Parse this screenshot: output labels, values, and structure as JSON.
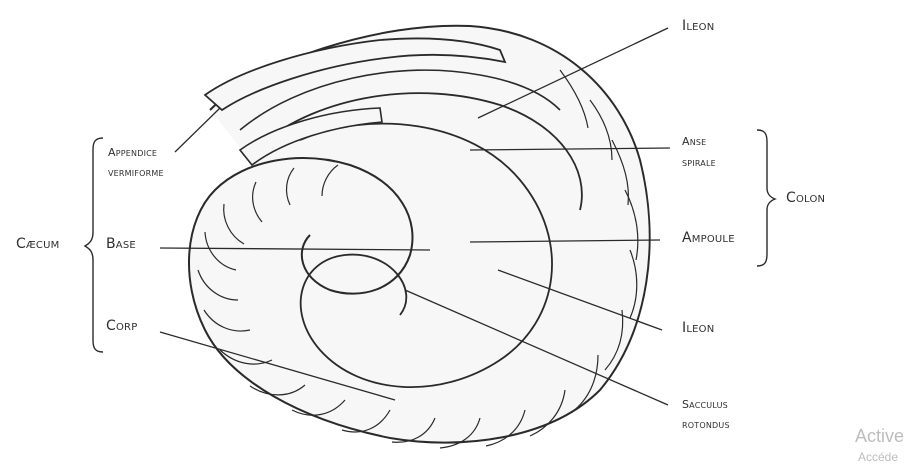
{
  "labels": {
    "ileon_top": "Ileon",
    "appendice_line1": "Appendice",
    "appendice_line2": "vermiforme",
    "caecum": "Cæcum",
    "base": "Base",
    "corp": "Corp",
    "anse_line1": "Anse",
    "anse_line2": "spirale",
    "colon": "Colon",
    "ampoule": "Ampoule",
    "ileon_bottom": "Ileon",
    "sacculus_line1": "Sacculus",
    "sacculus_line2": "rotondus"
  },
  "watermark": {
    "line1": "Active",
    "line2": "Accéde"
  },
  "colors": {
    "line": "#2a2a2a",
    "fill": "#f7f7f7",
    "text": "#2f2f2f"
  }
}
